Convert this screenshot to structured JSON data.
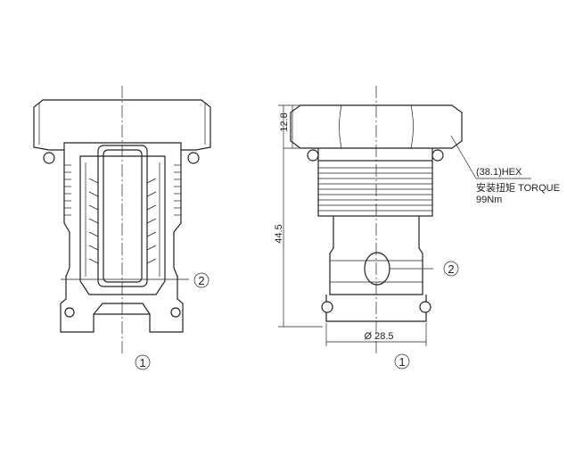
{
  "diagram": {
    "labels": {
      "hex_size": "(38.1)HEX",
      "torque_label": "安装扭矩 TORQUE",
      "torque_value": "99Nm",
      "dim_height_top": "12.8",
      "dim_height_total": "44.5",
      "dim_diameter": "Ø 28.5"
    },
    "ports": {
      "section_port_1": "1",
      "section_port_2": "2",
      "outline_port_1": "1",
      "outline_port_2": "2"
    }
  }
}
